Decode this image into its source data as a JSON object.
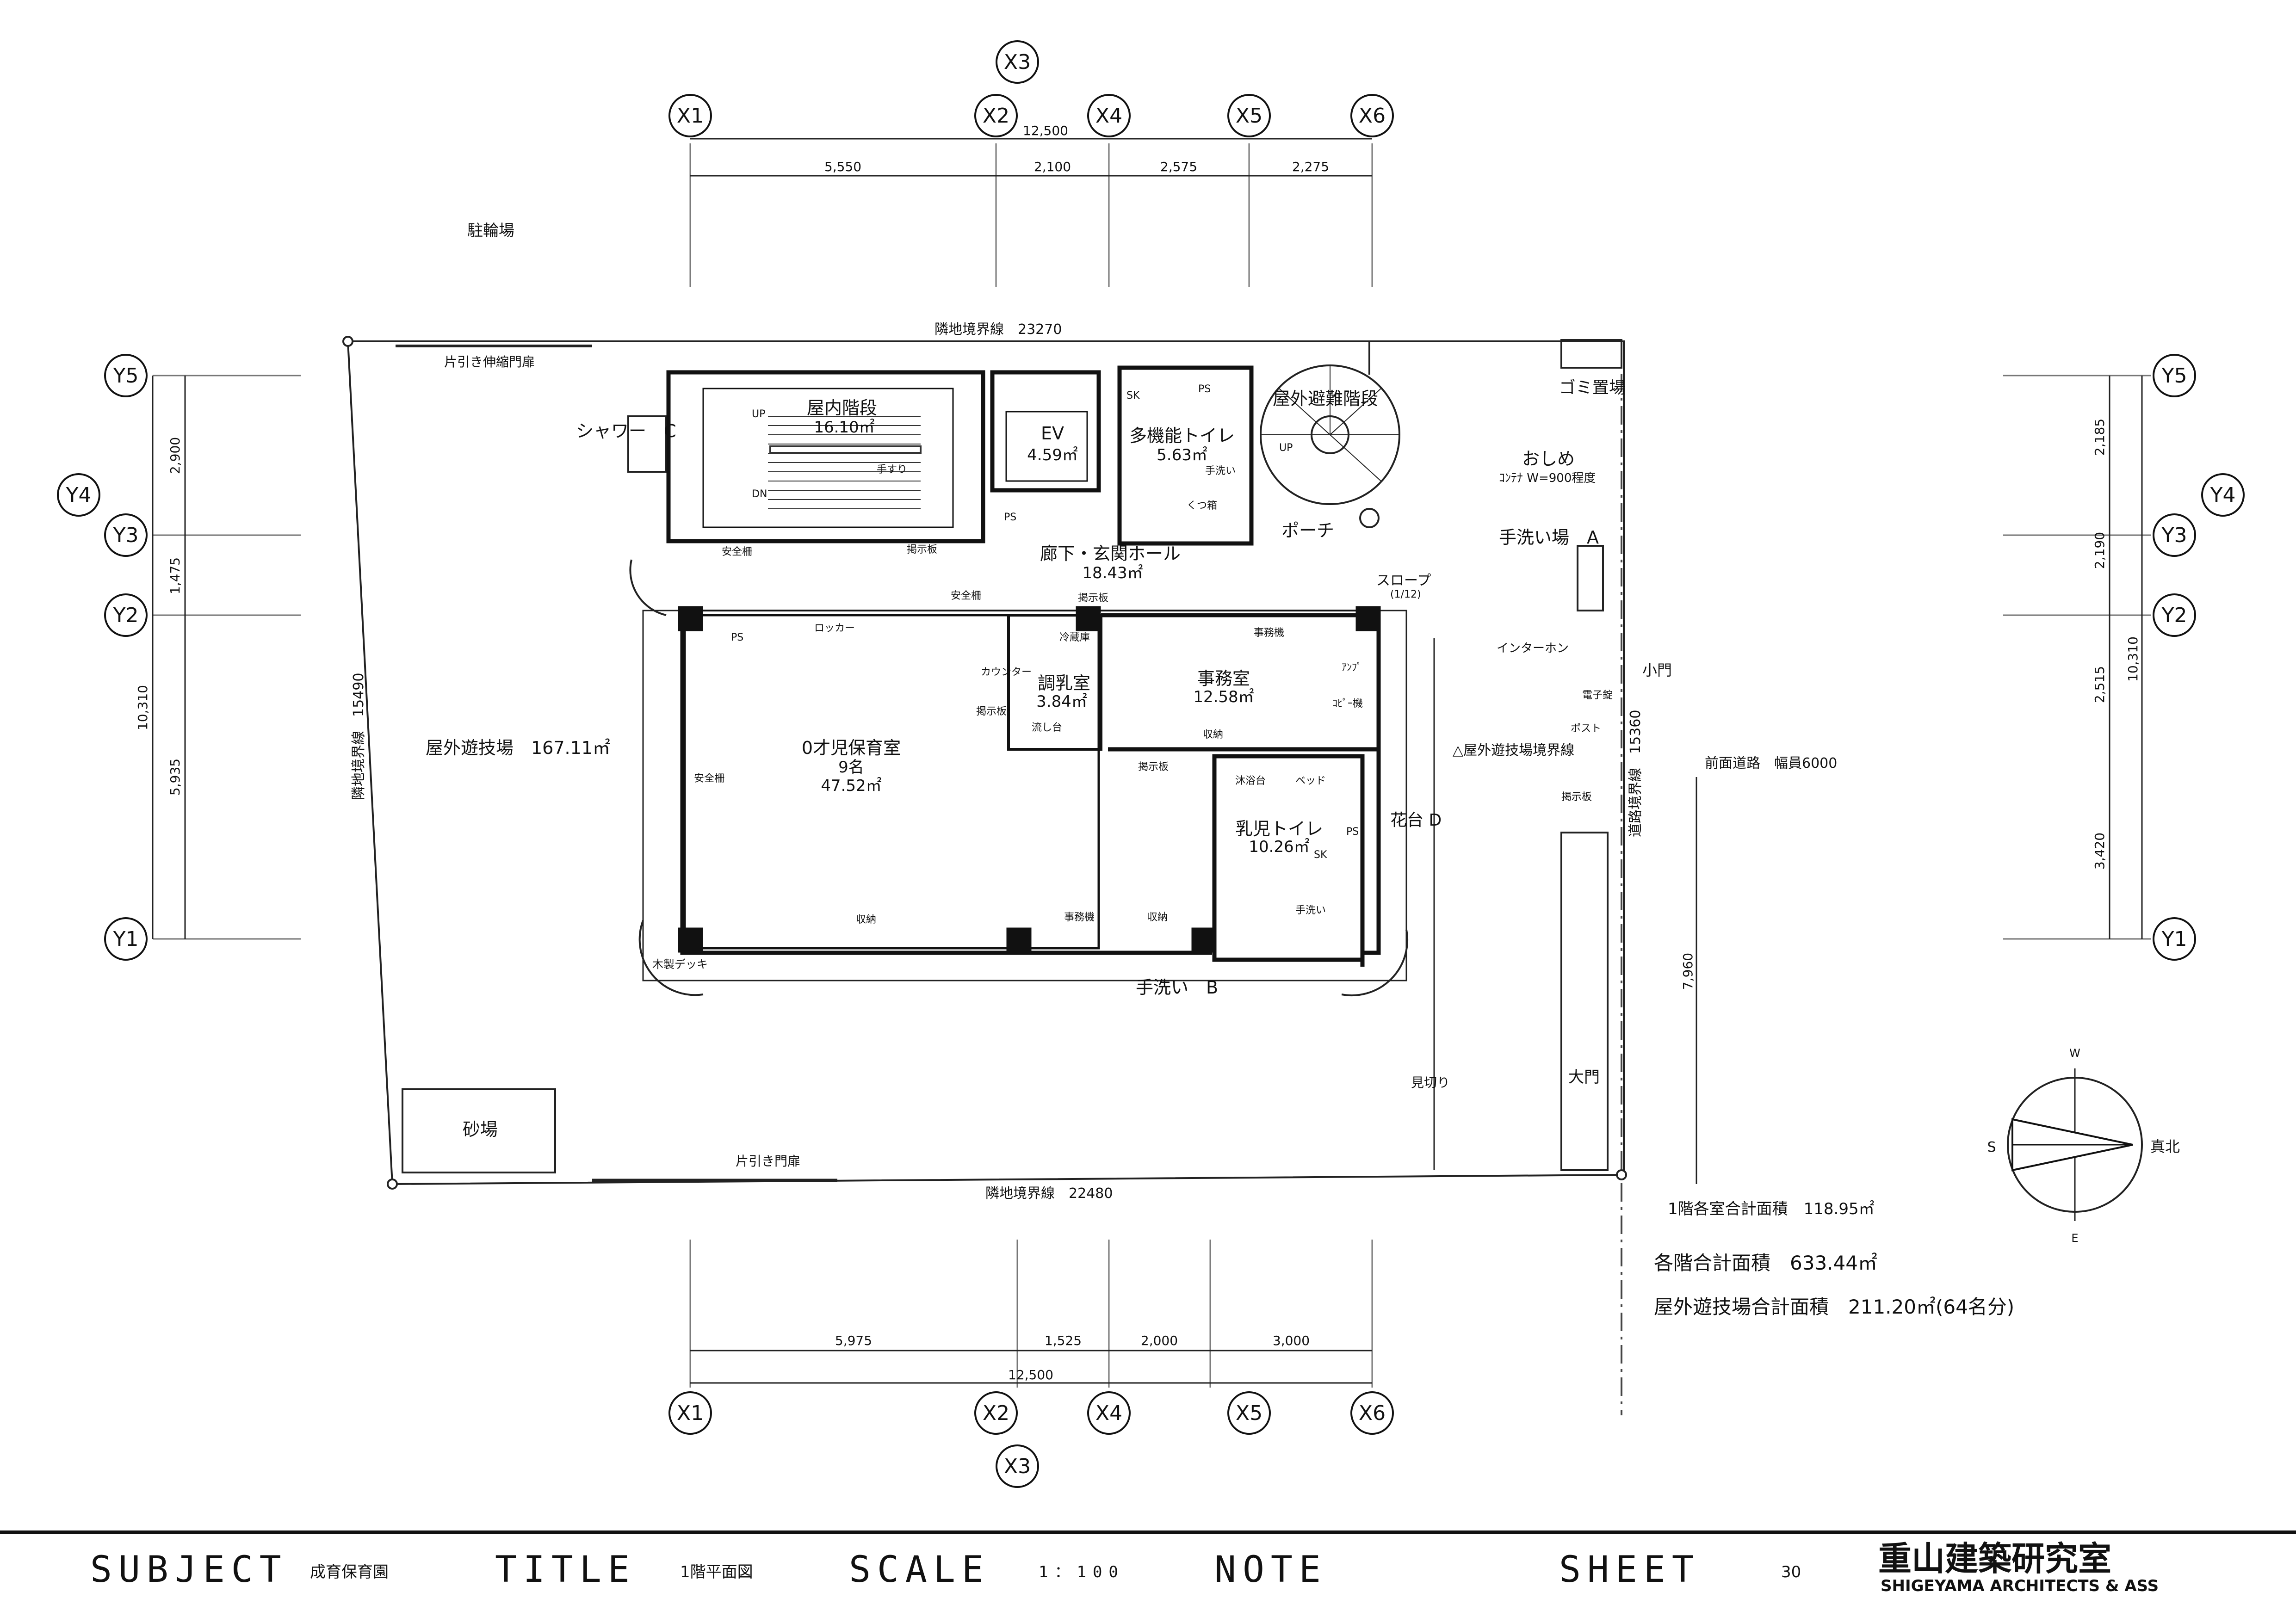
{
  "grid": {
    "x_labels_top": [
      "X1",
      "X3",
      "X2",
      "X4",
      "X5",
      "X6"
    ],
    "x_labels_bottom": [
      "X1",
      "X2",
      "X3",
      "X4",
      "X5",
      "X6"
    ],
    "y_labels_left": [
      "Y5",
      "Y4",
      "Y3",
      "Y2",
      "Y1"
    ],
    "y_labels_right": [
      "Y5",
      "Y4",
      "Y3",
      "Y2",
      "Y1"
    ]
  },
  "dimensions": {
    "top_total": "12,500",
    "top_segments": [
      "5,550",
      "2,100",
      "2,575",
      "2,275"
    ],
    "bottom_total": "12,500",
    "bottom_segments": [
      "5,975",
      "1,525",
      "2,000",
      "3,000"
    ],
    "left_total": "10,310",
    "left_segments": [
      "2,900",
      "1,475",
      "5,935"
    ],
    "right_total": "10,310",
    "right_segments": [
      "2,185",
      "2,190",
      "2,515",
      "3,420"
    ],
    "road_offset": "7,960"
  },
  "site": {
    "north_boundary": "隣地境界線　23270",
    "south_boundary": "隣地境界線　22480",
    "west_boundary": "隣地境界線　15490",
    "road_boundary": "道路境界線　15360",
    "front_road": "前面道路　幅員6000",
    "outdoor_boundary": "△屋外遊技場境界線"
  },
  "labels": {
    "bicycle": "駐輪場",
    "sliding_gate_top": "片引き伸縮門扉",
    "sliding_gate_bottom": "片引き門扉",
    "shower": "シャワー　C",
    "playground": "屋外遊技場　167.11㎡",
    "sandbox": "砂場",
    "wood_deck": "木製デッキ",
    "handwash_b": "手洗い　B",
    "handwash_a": "手洗い場　A",
    "garbage": "ゴミ置場",
    "diaper": "おしめ",
    "container": "ｺﾝﾃﾅ W=900程度",
    "intercom": "インターホン",
    "small_gate": "小門",
    "e_lock": "電子錠",
    "post": "ポスト",
    "notice_board_road": "掲示板",
    "main_gate": "大門",
    "mikiri": "見切り",
    "porch": "ポーチ",
    "slope": "スロープ",
    "slope_ratio": "(1/12)",
    "flower_bed": "花台 D",
    "up": "UP",
    "dn": "DN"
  },
  "rooms": {
    "stair": {
      "name": "屋内階段",
      "area": "16.10㎡"
    },
    "ev": {
      "name": "EV",
      "area": "4.59㎡"
    },
    "toilet": {
      "name": "多機能トイレ",
      "area": "5.63㎡"
    },
    "ext_stair": {
      "name": "屋外避難階段"
    },
    "hall": {
      "name": "廊下・玄関ホール",
      "area": "18.43㎡"
    },
    "nursery": {
      "name": "0才児保育室",
      "cap": "9名",
      "area": "47.52㎡"
    },
    "milk": {
      "name": "調乳室",
      "area": "3.84㎡"
    },
    "office": {
      "name": "事務室",
      "area": "12.58㎡"
    },
    "infant_toilet": {
      "name": "乳児トイレ",
      "area": "10.26㎡"
    }
  },
  "fixtures": {
    "sk": "SK",
    "ps": "PS",
    "handrail": "手すり",
    "shoe_box": "くつ箱",
    "wash": "手洗い",
    "safety_fence": "安全柵",
    "notice_board": "掲示板",
    "locker": "ロッカー",
    "fridge": "冷蔵庫",
    "counter": "カウンター",
    "sink": "流し台",
    "office_machine": "事務機",
    "amp": "ｱﾝﾌﾟ",
    "copier": "ｺﾋﾟｰ機",
    "storage": "収納",
    "bath": "沐浴台",
    "bed": "ベッド",
    "ps_sk": "SK"
  },
  "compass": {
    "n": "W",
    "s": "E",
    "w": "S",
    "true_north": "真北"
  },
  "areas": {
    "first_floor": "1階各室合計面積　118.95㎡",
    "total": "各階合計面積　633.44㎡",
    "outdoor": "屋外遊技場合計面積　211.20㎡(64名分)"
  },
  "title_block": {
    "subject_label": "SUBJECT",
    "subject": "成育保育園",
    "title_label": "TITLE",
    "title": "1階平面図",
    "scale_label": "SCALE",
    "scale": "1：100",
    "note_label": "NOTE",
    "sheet_label": "SHEET",
    "sheet": "30",
    "firm": "重山建築研究室",
    "firm_en": "SHIGEYAMA ARCHITECTS & ASS"
  }
}
